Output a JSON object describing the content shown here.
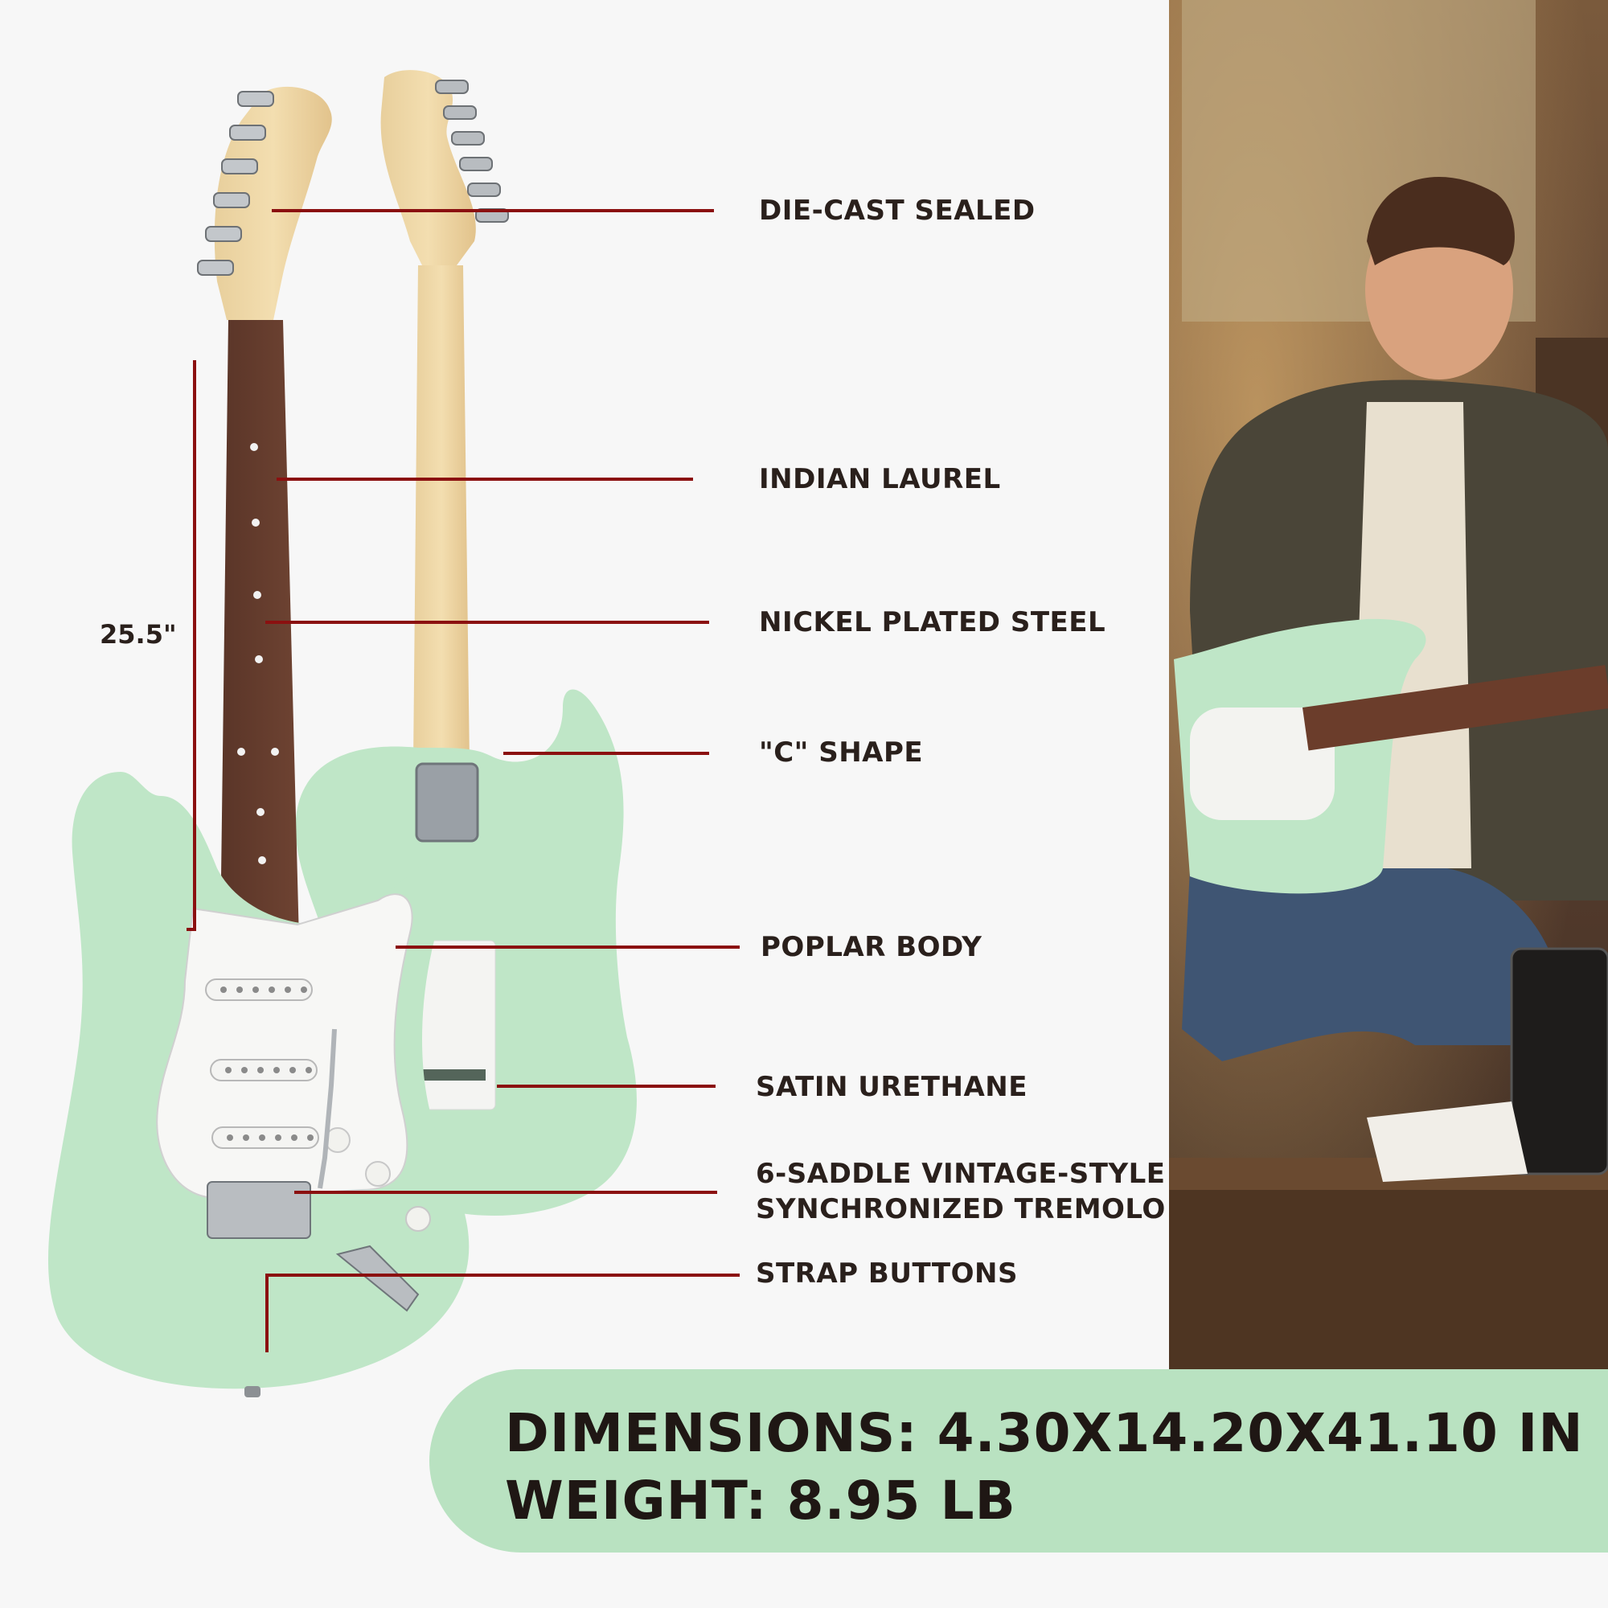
{
  "callouts": [
    {
      "label": "DIE-CAST SEALED"
    },
    {
      "label": "INDIAN LAUREL"
    },
    {
      "label": "NICKEL PLATED STEEL"
    },
    {
      "label": "\"C\" SHAPE"
    },
    {
      "label": "POPLAR BODY"
    },
    {
      "label": "SATIN URETHANE"
    },
    {
      "label": "6-SADDLE VINTAGE-STYLE",
      "label2": "SYNCHRONIZED TREMOLO"
    },
    {
      "label": "STRAP BUTTONS"
    }
  ],
  "scale_length": "25.5\"",
  "specs": {
    "dimensions": "DIMENSIONS: 4.30X14.20X41.10 IN",
    "weight": "WEIGHT: 8.95 LB"
  },
  "colors": {
    "body_green": "#bfe6c7",
    "accent_red": "#8b1010",
    "panel_green": "#b9e2c1",
    "text_dark": "#2a201c"
  }
}
